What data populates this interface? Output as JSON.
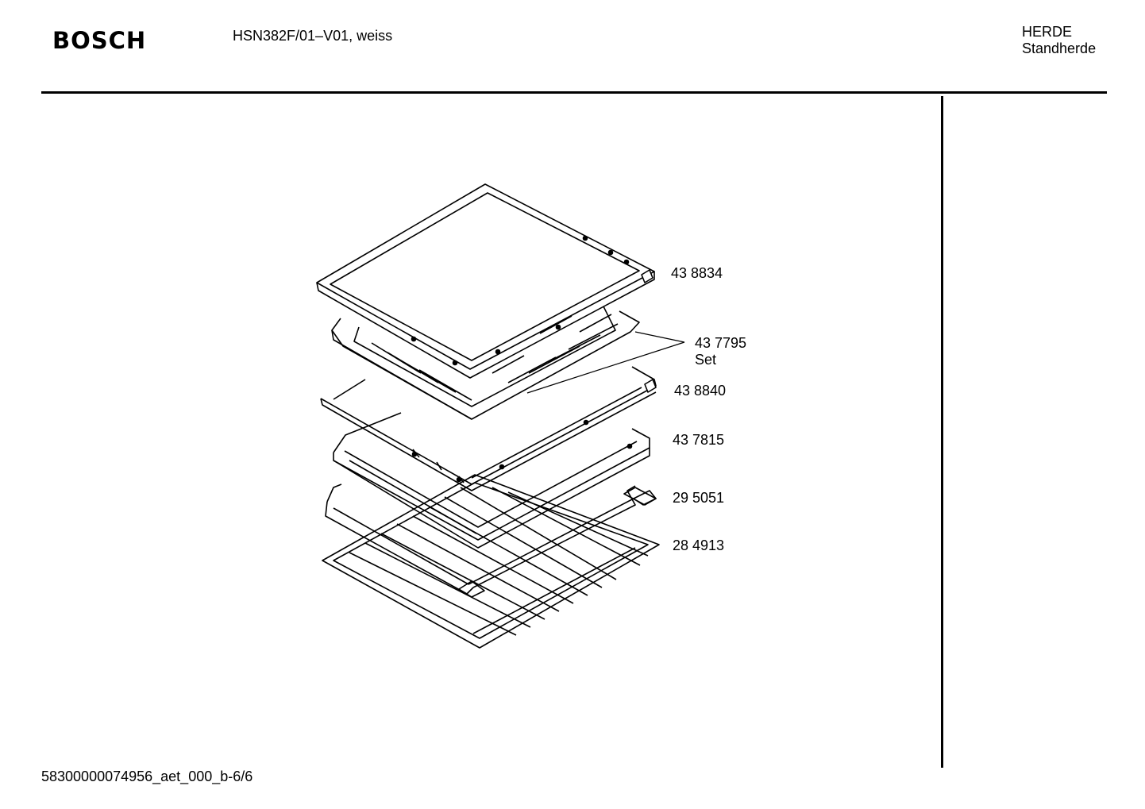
{
  "header": {
    "brand": "BOSCH",
    "model": "HSN382F/01–V01, weiss",
    "category_line1": "HERDE",
    "category_line2": "Standherde"
  },
  "parts": [
    {
      "number": "43 8834"
    },
    {
      "number": "43 7795",
      "note": "Set"
    },
    {
      "number": "43 8840"
    },
    {
      "number": "43 7815"
    },
    {
      "number": "29 5051"
    },
    {
      "number": "28 4913"
    }
  ],
  "footer": {
    "document_id": "58300000074956_aet_000_b-6/6"
  }
}
